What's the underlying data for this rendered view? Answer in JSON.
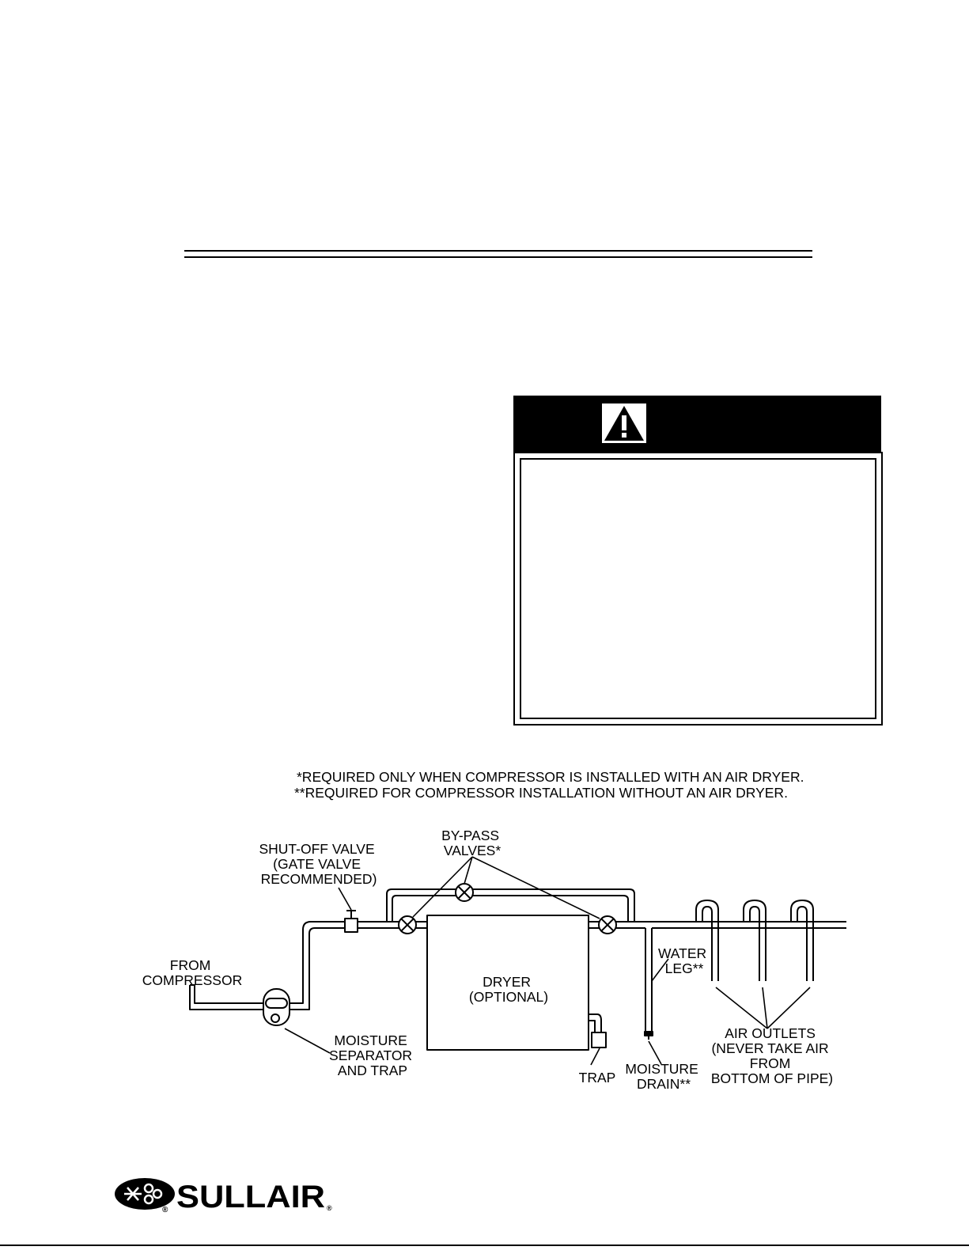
{
  "footnotes": {
    "single": "*REQUIRED ONLY WHEN COMPRESSOR IS INSTALLED WITH AN AIR DRYER.",
    "double": "**REQUIRED FOR COMPRESSOR INSTALLATION WITHOUT AN AIR DRYER."
  },
  "diagram": {
    "from_compressor": [
      "FROM",
      "COMPRESSOR"
    ],
    "shut_off_valve": [
      "SHUT-OFF VALVE",
      "(GATE VALVE",
      "RECOMMENDED)"
    ],
    "bypass_valves": [
      "BY-PASS",
      "VALVES*"
    ],
    "dryer": [
      "DRYER",
      "(OPTIONAL)"
    ],
    "water_leg": [
      "WATER",
      "LEG**"
    ],
    "moisture_separator": [
      "MOISTURE",
      "SEPARATOR",
      "AND TRAP"
    ],
    "trap": "TRAP",
    "moisture_drain": [
      "MOISTURE",
      "DRAIN**"
    ],
    "air_outlets": [
      "AIR OUTLETS",
      "(NEVER TAKE AIR",
      "FROM",
      "BOTTOM OF PIPE)"
    ]
  },
  "logo": {
    "brand": "SULLAIR",
    "registered": "®"
  },
  "icons": {
    "warning": "warning-triangle-icon",
    "logo": "sullair-logo-icon"
  },
  "colors": {
    "ink": "#000000",
    "paper": "#ffffff"
  }
}
